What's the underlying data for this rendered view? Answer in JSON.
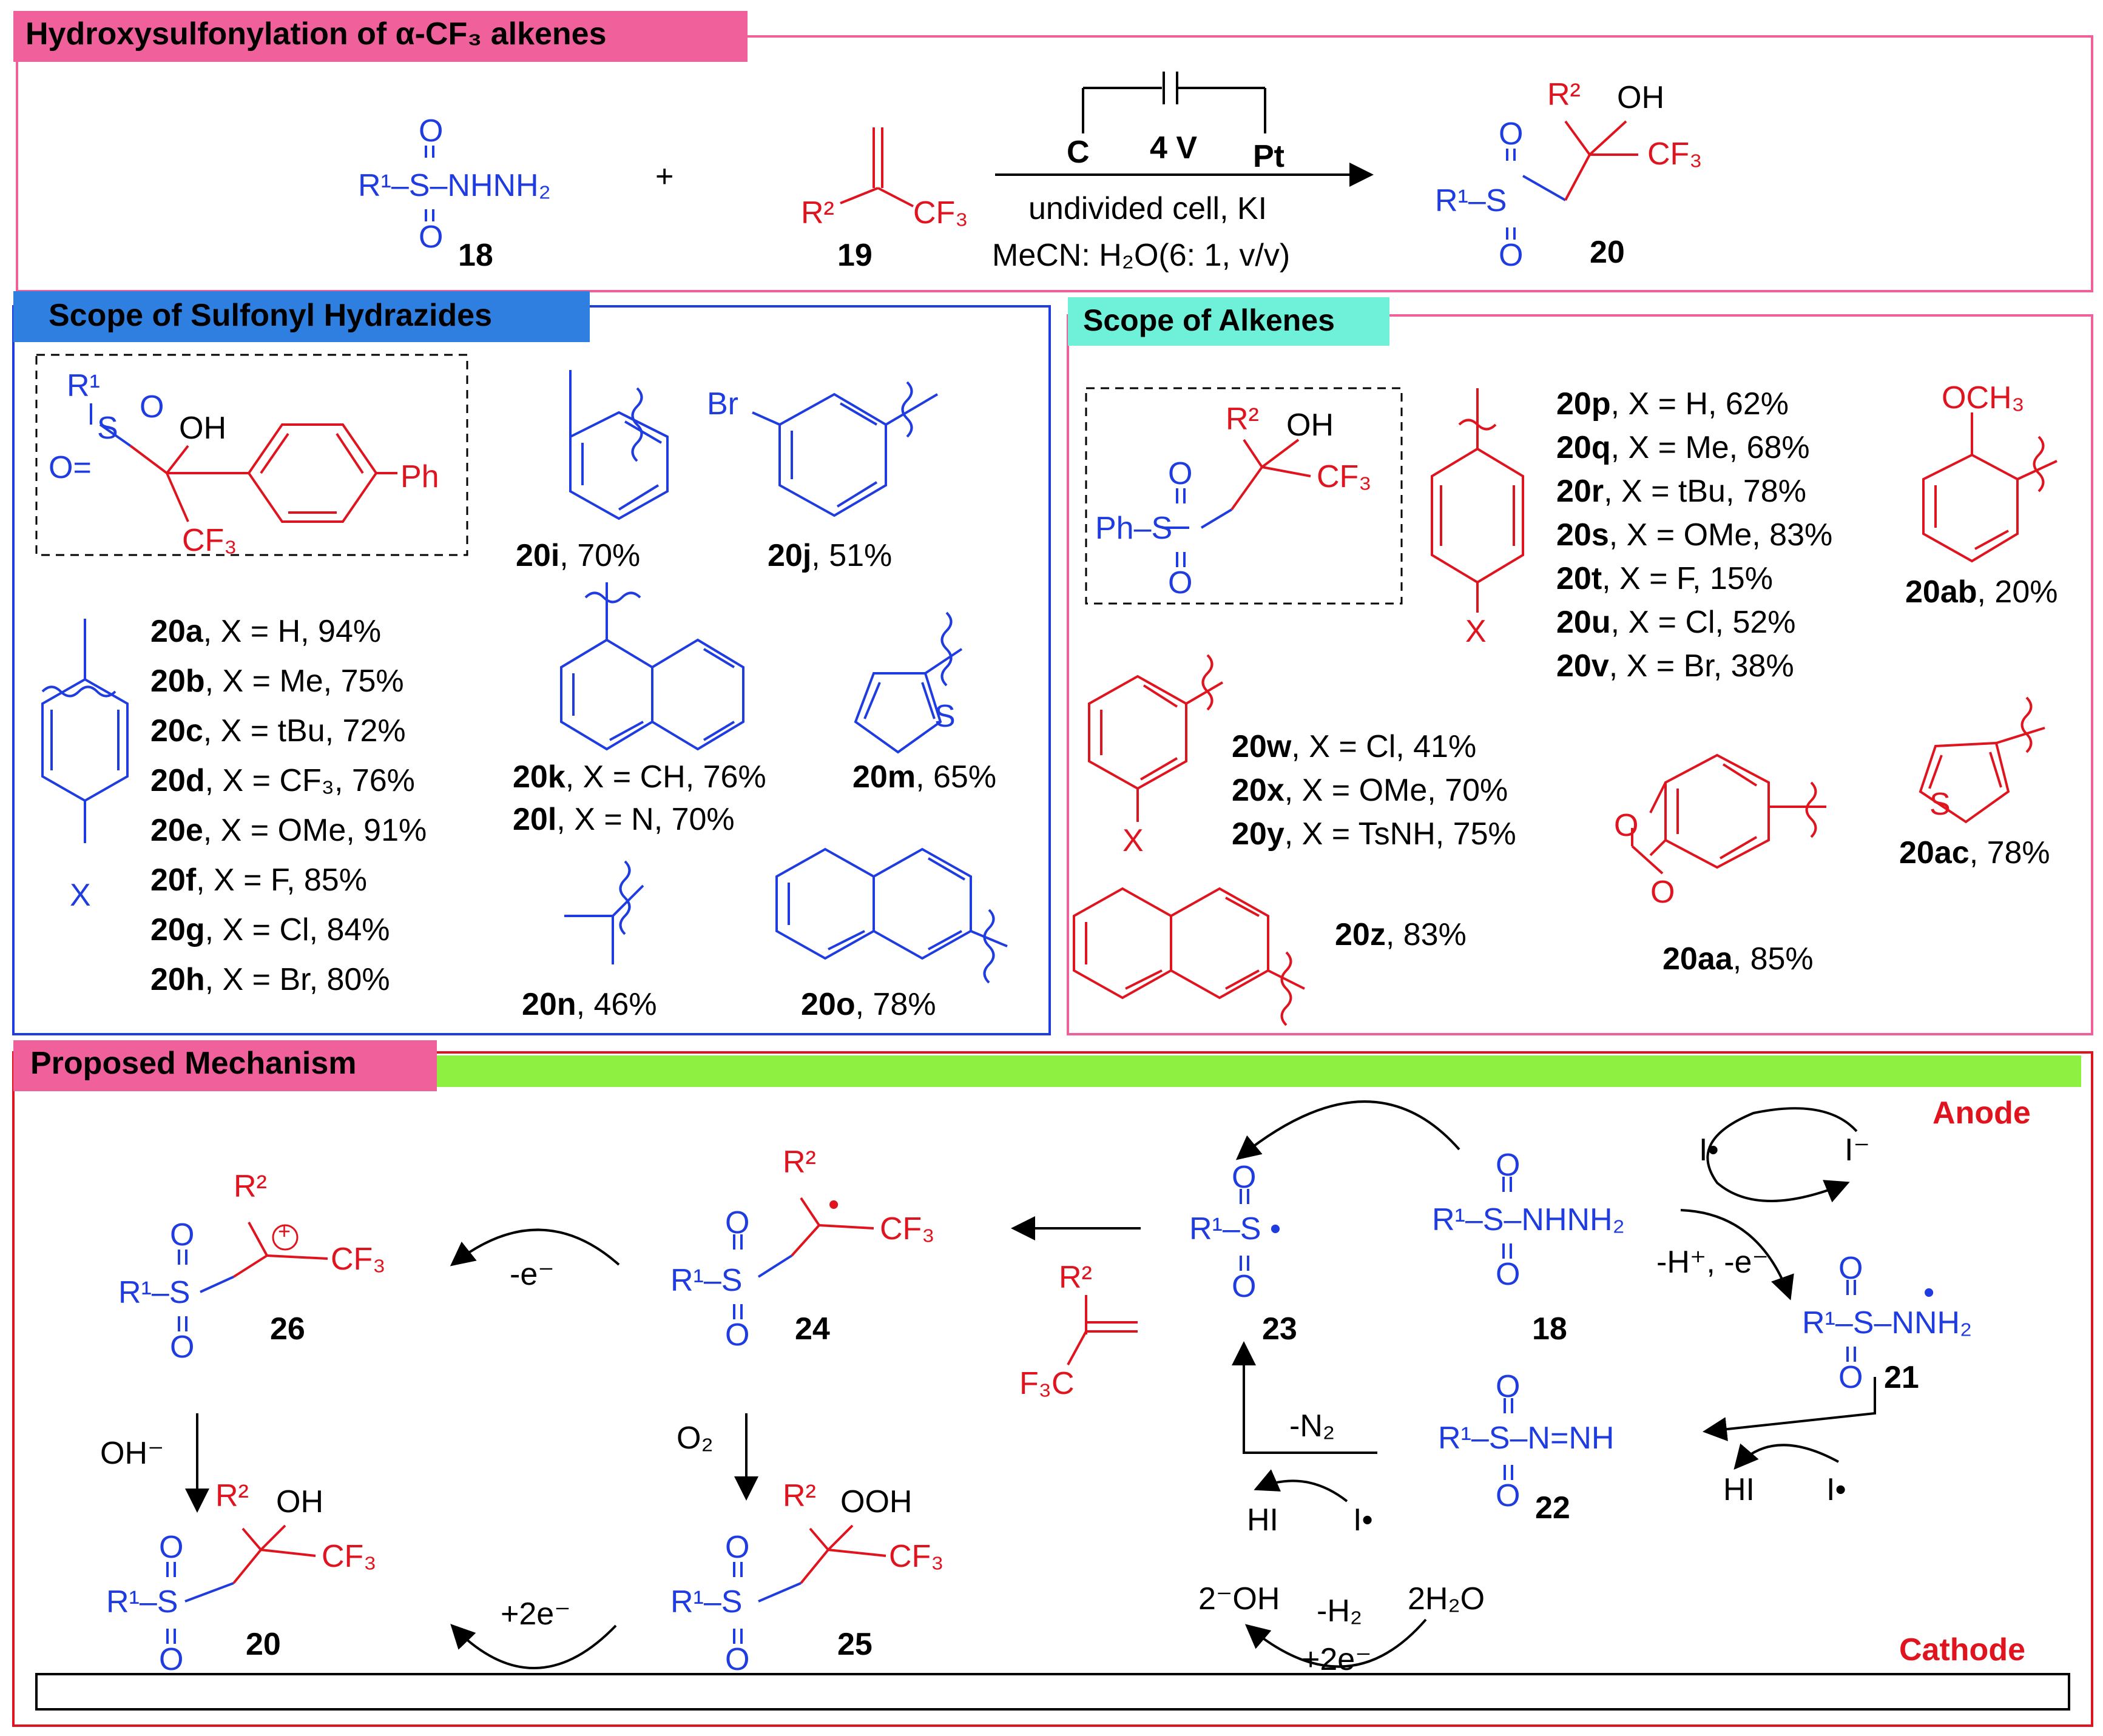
{
  "colors": {
    "pink": "#f0609b",
    "blue_hdr": "#2f7fe0",
    "cyan_hdr": "#6ff0d8",
    "green_bar": "#8ef040",
    "blue": "#1f3ce0",
    "red": "#e0141e"
  },
  "sections": {
    "top_title": "Hydroxysulfonylation of α-CF₃ alkenes",
    "sulfonyl_title": "Scope of Sulfonyl Hydrazides",
    "alkene_title": "Scope of Alkenes",
    "mechanism_title": "Proposed Mechanism"
  },
  "reaction": {
    "cmpd18_label": "18",
    "cmpd19_label": "19",
    "cmpd20_label": "20",
    "plus": "+",
    "r1_sulfonyl_hydrazide": "R¹–S–NHNH₂",
    "electrode_c": "C",
    "voltage": "4 V",
    "electrode_pt": "Pt",
    "cond1": "undivided cell, KI",
    "cond2": "MeCN: H₂O(6: 1, v/v)"
  },
  "sulfonyl_scope": [
    {
      "id": "20a",
      "text": ", X = H, 94%"
    },
    {
      "id": "20b",
      "text": ", X = Me, 75%"
    },
    {
      "id": "20c",
      "text": ", X = tBu, 72%"
    },
    {
      "id": "20d",
      "text": ", X = CF₃, 76%"
    },
    {
      "id": "20e",
      "text": ", X = OMe, 91%"
    },
    {
      "id": "20f",
      "text": ", X = F, 85%"
    },
    {
      "id": "20g",
      "text": ", X = Cl, 84%"
    },
    {
      "id": "20h",
      "text": ", X = Br, 80%"
    }
  ],
  "sulfonyl_other": {
    "i": {
      "id": "20i",
      "text": ", 70%"
    },
    "j": {
      "id": "20j",
      "text": ", 51%"
    },
    "k": {
      "id": "20k",
      "text": ", X = CH, 76%"
    },
    "l": {
      "id": "20l",
      "text": ", X = N, 70%"
    },
    "m": {
      "id": "20m",
      "text": ", 65%"
    },
    "n": {
      "id": "20n",
      "text": ", 46%"
    },
    "o": {
      "id": "20o",
      "text": ", 78%"
    }
  },
  "alkene_scope": [
    {
      "id": "20p",
      "text": ", X = H, 62%"
    },
    {
      "id": "20q",
      "text": ", X = Me, 68%"
    },
    {
      "id": "20r",
      "text": ", X = tBu, 78%"
    },
    {
      "id": "20s",
      "text": ", X = OMe, 83%"
    },
    {
      "id": "20t",
      "text": ", X = F, 15%"
    },
    {
      "id": "20u",
      "text": ", X = Cl, 52%"
    },
    {
      "id": "20v",
      "text": ", X = Br, 38%"
    }
  ],
  "alkene_meta": [
    {
      "id": "20w",
      "text": ", X = Cl, 41%"
    },
    {
      "id": "20x",
      "text": ", X = OMe, 70%"
    },
    {
      "id": "20y",
      "text": ", X = TsNH, 75%"
    }
  ],
  "alkene_other": {
    "z": {
      "id": "20z",
      "text": ", 83%"
    },
    "aa": {
      "id": "20aa",
      "text": ", 85%"
    },
    "ab": {
      "id": "20ab",
      "text": ", 20%"
    },
    "ac": {
      "id": "20ac",
      "text": ", 78%"
    }
  },
  "mechanism": {
    "anode": "Anode",
    "cathode": "Cathode",
    "minus_e": "-e⁻",
    "oh_minus": "OH⁻",
    "o2": "O₂",
    "plus_2e": "+2e⁻",
    "minus_n2": "-N₂",
    "hi": "HI",
    "i_rad": "I•",
    "i_minus": "I⁻",
    "h_plus_e": "-H⁺, -e⁻",
    "oh2": "2⁻OH",
    "h2": "-H₂",
    "plus_2e_b": "+2e⁻",
    "h2o": "2H₂O",
    "labels": {
      "c26": "26",
      "c24": "24",
      "c23": "23",
      "c18": "18",
      "c21": "21",
      "c22": "22",
      "c20": "20",
      "c25": "25"
    }
  }
}
